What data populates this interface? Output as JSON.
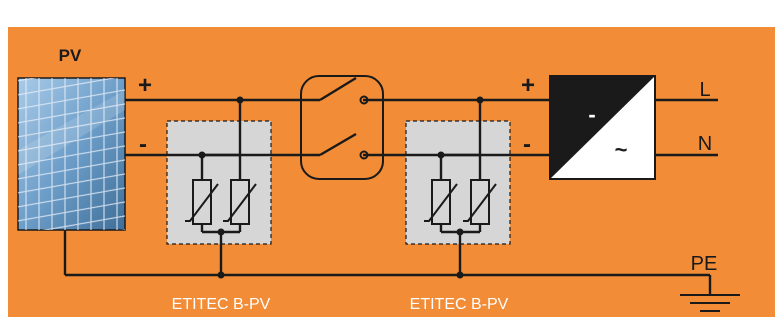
{
  "labels": {
    "pv": "PV",
    "plus_left": "+",
    "minus_left": "-",
    "plus_right": "+",
    "minus_right": "-",
    "line": "L",
    "neutral": "N",
    "protective_earth": "PE",
    "inverter_dc": "-",
    "inverter_ac": "~",
    "device_1": "ETITEC B-PV",
    "device_2": "ETITEC B-PV"
  },
  "colors": {
    "background": "#f28c36",
    "wire": "#1a1a1a",
    "device_box": "#d6d6d6",
    "label_light": "#ffffff",
    "panel_sky": "#7fb2dc"
  },
  "icons": [
    "solar-panel-icon",
    "dc-switch-icon",
    "inverter-icon",
    "varistor-icon",
    "ground-icon"
  ]
}
